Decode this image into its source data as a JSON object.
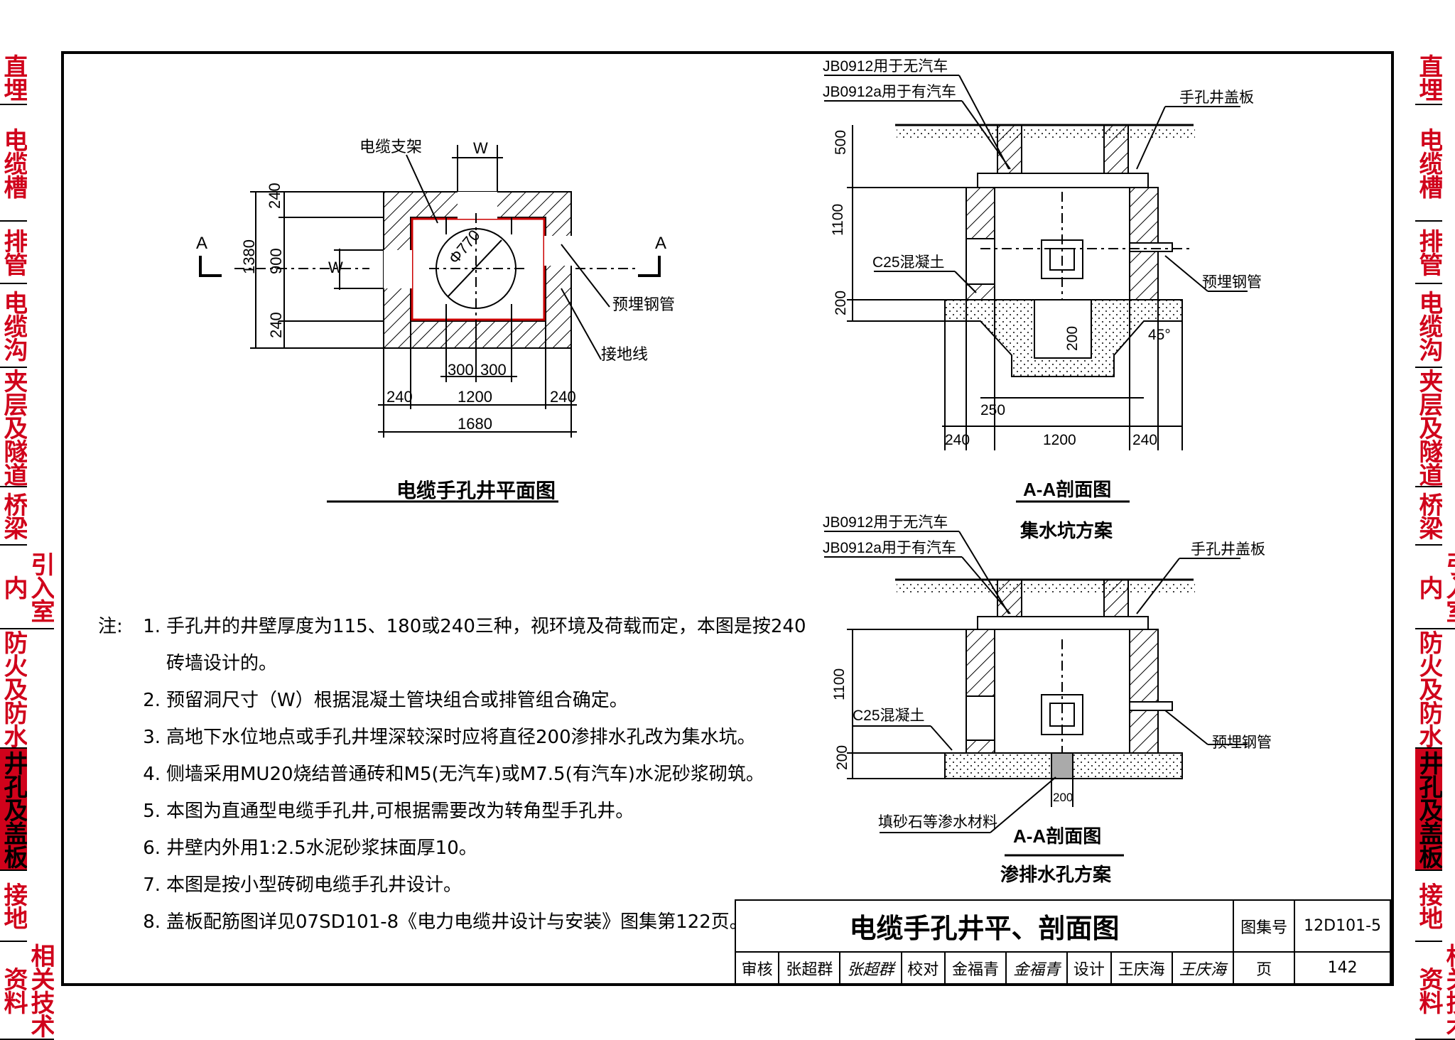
{
  "sidebar": {
    "items": [
      {
        "label": "直埋"
      },
      {
        "label": "电缆槽"
      },
      {
        "label": "排管"
      },
      {
        "label": "电缆沟"
      },
      {
        "label": "夹层及隧道"
      },
      {
        "label": "桥梁"
      },
      {
        "label": "引入室内"
      },
      {
        "label": "防火及防水"
      },
      {
        "label": "井孔及盖板",
        "active": true
      },
      {
        "label": "接地"
      },
      {
        "label": "相关技术资料"
      }
    ]
  },
  "plan": {
    "title": "电缆手孔井平面图",
    "label_bracket": "电缆支架",
    "label_pipe": "预埋钢管",
    "label_ground": "接地线",
    "section_mark": "A",
    "dim_w": "W",
    "dim_diameter": "Φ770",
    "dims": {
      "d1380": "1380",
      "d240": "240",
      "d900": "900",
      "d300": "300",
      "d1200": "1200",
      "d1680": "1680"
    }
  },
  "section1": {
    "title": "A-A剖面图",
    "subtitle": "集水坑方案",
    "label_jb1": "JB0912用于无汽车",
    "label_jb2": "JB0912a用于有汽车",
    "label_cover": "手孔井盖板",
    "label_concrete": "C25混凝土",
    "label_pipe": "预埋钢管",
    "angle": "45°",
    "dims": {
      "d500": "500",
      "d1100": "1100",
      "d200": "200",
      "d250": "250",
      "d240": "240",
      "d1200": "1200"
    }
  },
  "section2": {
    "title": "A-A剖面图",
    "subtitle": "渗排水孔方案",
    "label_jb1": "JB0912用于无汽车",
    "label_jb2": "JB0912a用于有汽车",
    "label_cover": "手孔井盖板",
    "label_concrete": "C25混凝土",
    "label_pipe": "预埋钢管",
    "label_fill": "填砂石等渗水材料",
    "dims": {
      "d1100": "1100",
      "d200": "200"
    }
  },
  "notes": {
    "prefix": "注:",
    "items": [
      {
        "num": "1.",
        "text": "手孔井的井壁厚度为115、180或240三种，视环境及荷载而定，本图是按240"
      },
      {
        "num": "",
        "text": "砖墙设计的。"
      },
      {
        "num": "2.",
        "text": "预留洞尺寸（W）根据混凝土管块组合或排管组合确定。"
      },
      {
        "num": "3.",
        "text": "高地下水位地点或手孔井埋深较深时应将直径200渗排水孔改为集水坑。"
      },
      {
        "num": "4.",
        "text": "侧墙采用MU20烧结普通砖和M5(无汽车)或M7.5(有汽车)水泥砂浆砌筑。"
      },
      {
        "num": "5.",
        "text": "本图为直通型电缆手孔井,可根据需要改为转角型手孔井。"
      },
      {
        "num": "6.",
        "text": "井壁内外用1:2.5水泥砂浆抹面厚10。"
      },
      {
        "num": "7.",
        "text": "本图是按小型砖砌电缆手孔井设计。"
      },
      {
        "num": "8.",
        "text": "盖板配筋图详见07SD101-8《电力电缆井设计与安装》图集第122页。"
      }
    ]
  },
  "titleblock": {
    "title": "电缆手孔井平、剖面图",
    "atlas_label": "图集号",
    "atlas_no": "12D101-5",
    "review_label": "审核",
    "reviewer": "张超群",
    "reviewer_sig": "张超群",
    "check_label": "校对",
    "checker": "金福青",
    "checker_sig": "金福青",
    "design_label": "设计",
    "designer": "王庆海",
    "designer_sig": "王庆海",
    "page_label": "页",
    "page_no": "142"
  }
}
